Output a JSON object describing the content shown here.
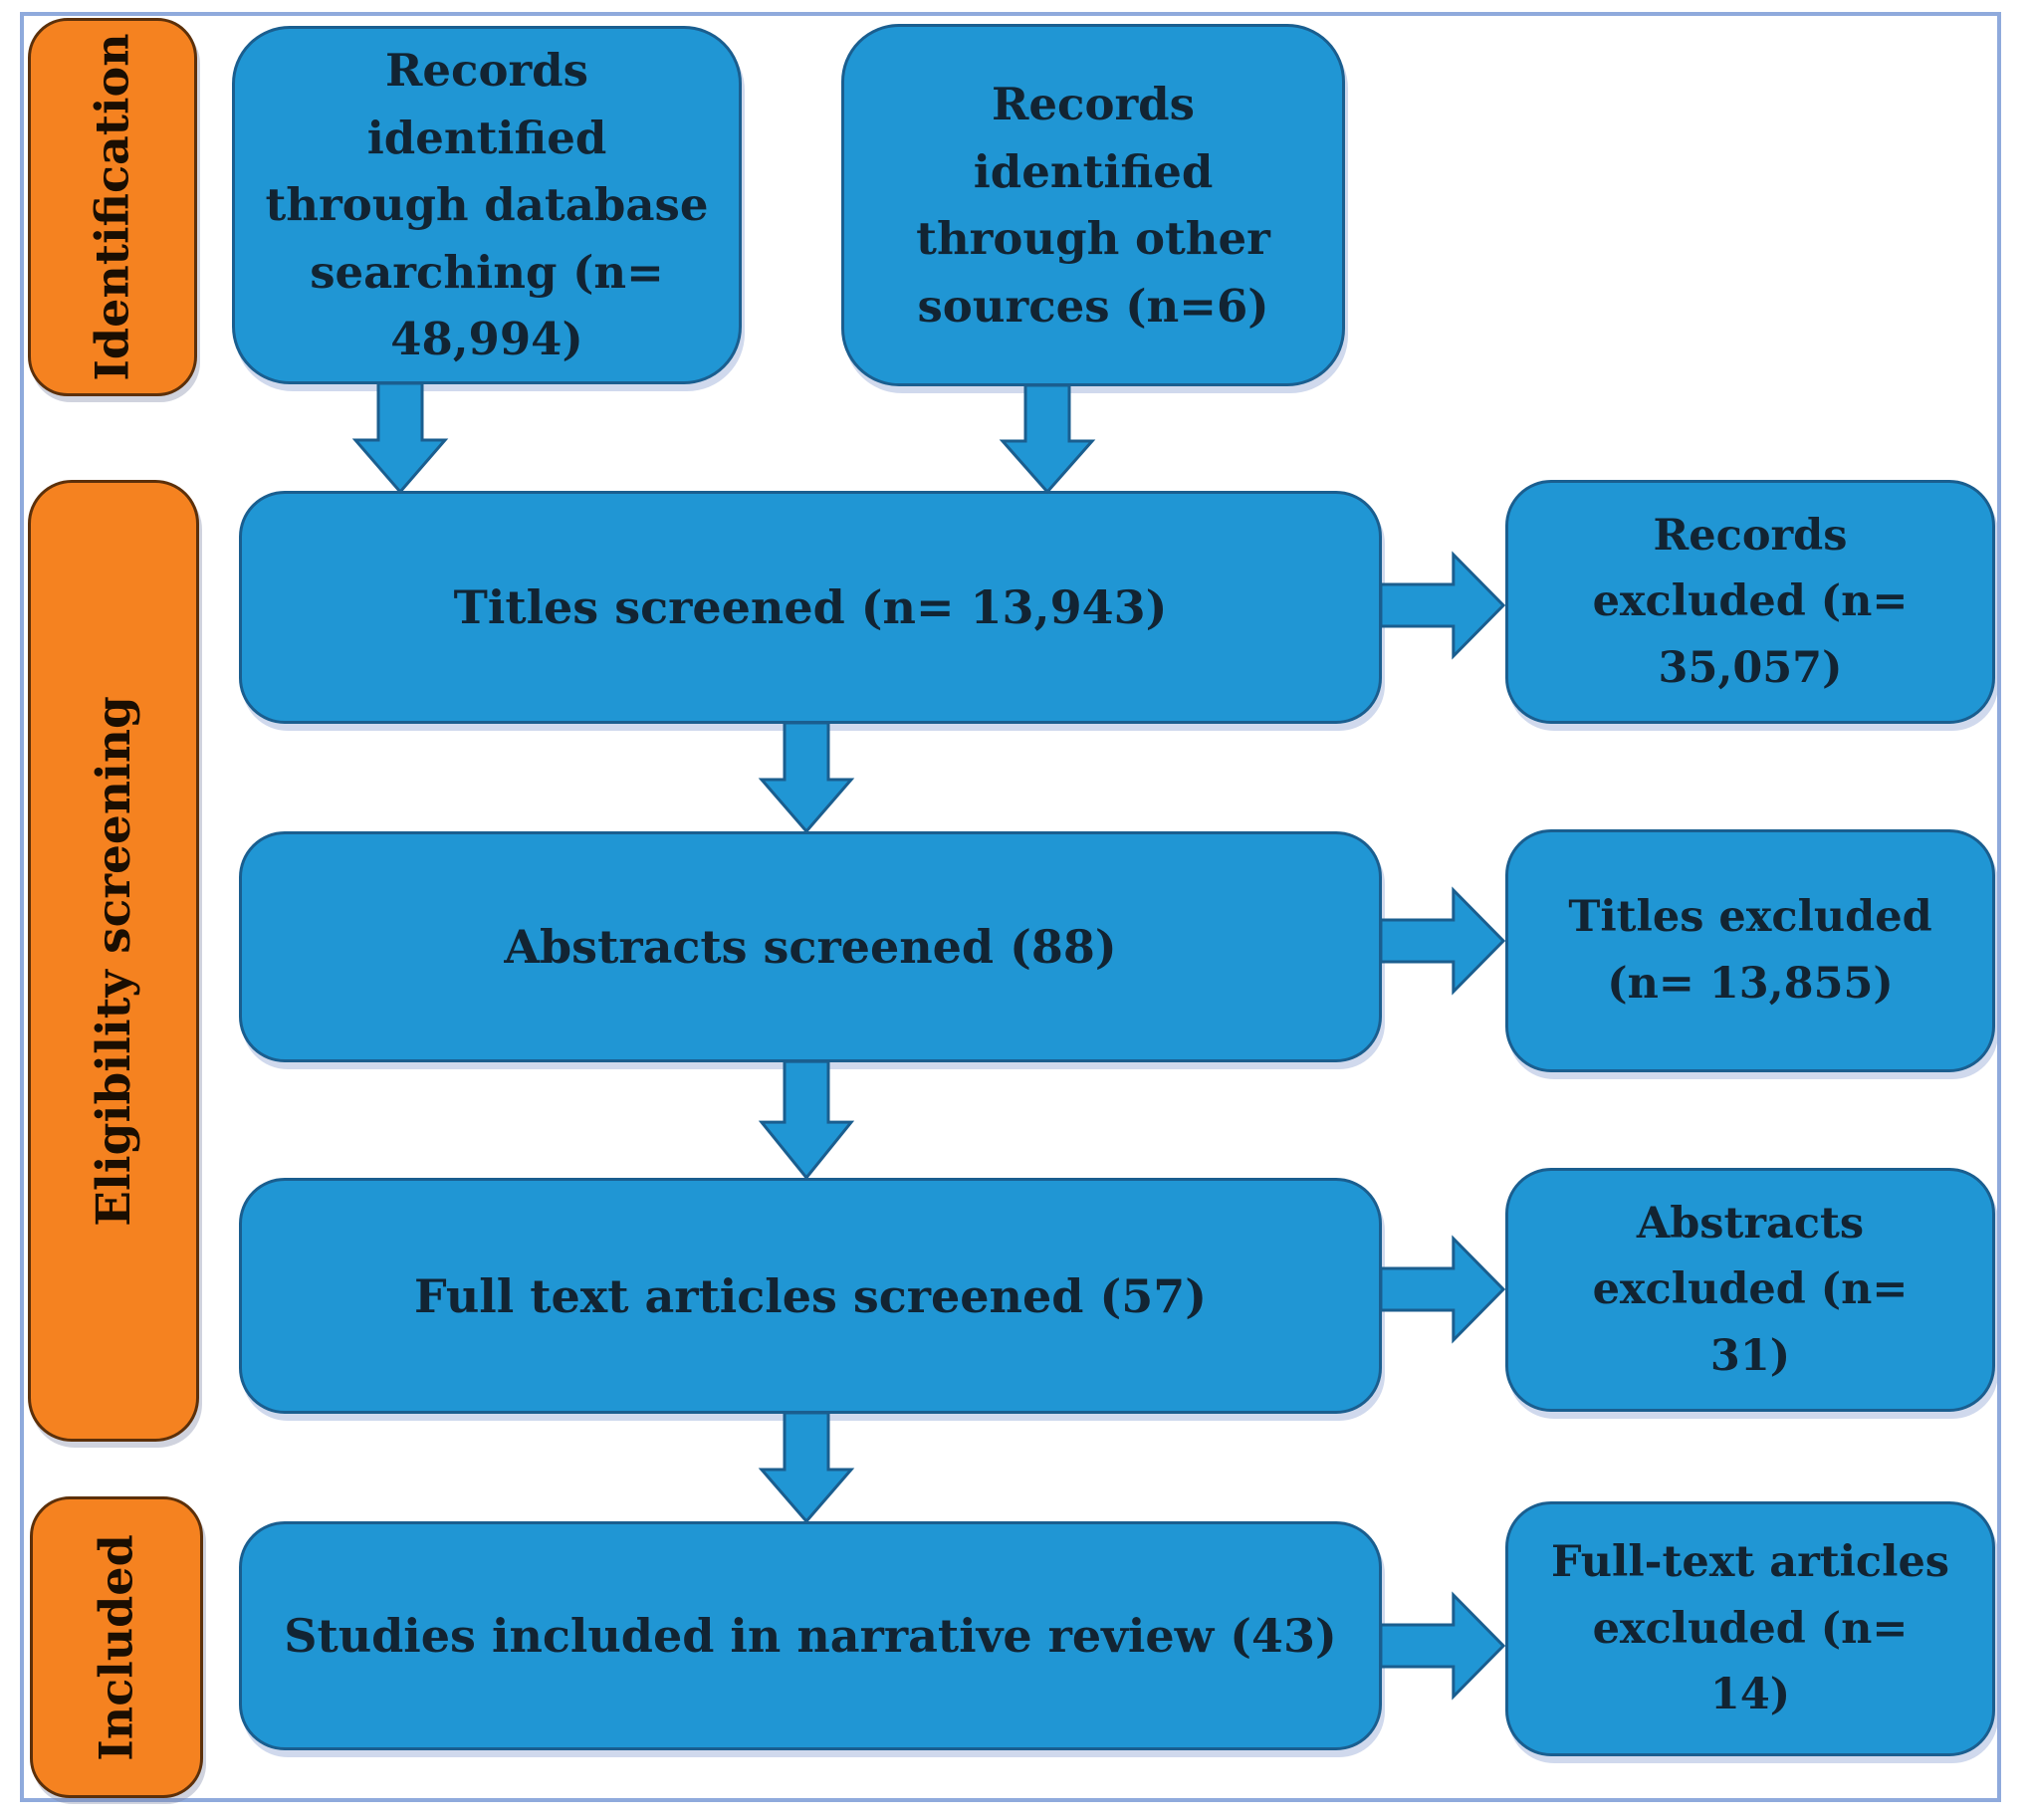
{
  "diagram_type": "prisma-flow",
  "stages": [
    {
      "id": "identification",
      "label": "Identification"
    },
    {
      "id": "eligibility_screening",
      "label": "Eligibility screening"
    },
    {
      "id": "included",
      "label": "Included"
    }
  ],
  "nodes": [
    {
      "id": "db_search",
      "label": "Records identified through database searching (n= 48,994)"
    },
    {
      "id": "other_sources",
      "label": "Records identified through other sources (n=6)"
    },
    {
      "id": "titles_screened",
      "label": "Titles screened (n= 13,943)"
    },
    {
      "id": "records_excluded",
      "label": "Records excluded (n= 35,057)"
    },
    {
      "id": "abstracts_screened",
      "label": "Abstracts screened (88)"
    },
    {
      "id": "titles_excluded",
      "label": "Titles excluded (n= 13,855)"
    },
    {
      "id": "fulltext_screened",
      "label": "Full text articles screened (57)"
    },
    {
      "id": "abstracts_excluded",
      "label": "Abstracts excluded (n= 31)"
    },
    {
      "id": "studies_included",
      "label": "Studies included in narrative review (43)"
    },
    {
      "id": "fulltext_excluded",
      "label": "Full-text articles excluded (n= 14)"
    }
  ],
  "edges": [
    [
      "db_search",
      "titles_screened"
    ],
    [
      "other_sources",
      "titles_screened"
    ],
    [
      "titles_screened",
      "records_excluded"
    ],
    [
      "titles_screened",
      "abstracts_screened"
    ],
    [
      "abstracts_screened",
      "titles_excluded"
    ],
    [
      "abstracts_screened",
      "fulltext_screened"
    ],
    [
      "fulltext_screened",
      "abstracts_excluded"
    ],
    [
      "fulltext_screened",
      "studies_included"
    ],
    [
      "studies_included",
      "fulltext_excluded"
    ]
  ],
  "colors": {
    "node_fill": "#2096D4",
    "node_border": "#1A5E8F",
    "stage_fill": "#F58220",
    "stage_border": "#5C300A",
    "frame_border": "#8FAADC",
    "node_text": "#122433",
    "stage_text": "#1A0E02"
  }
}
